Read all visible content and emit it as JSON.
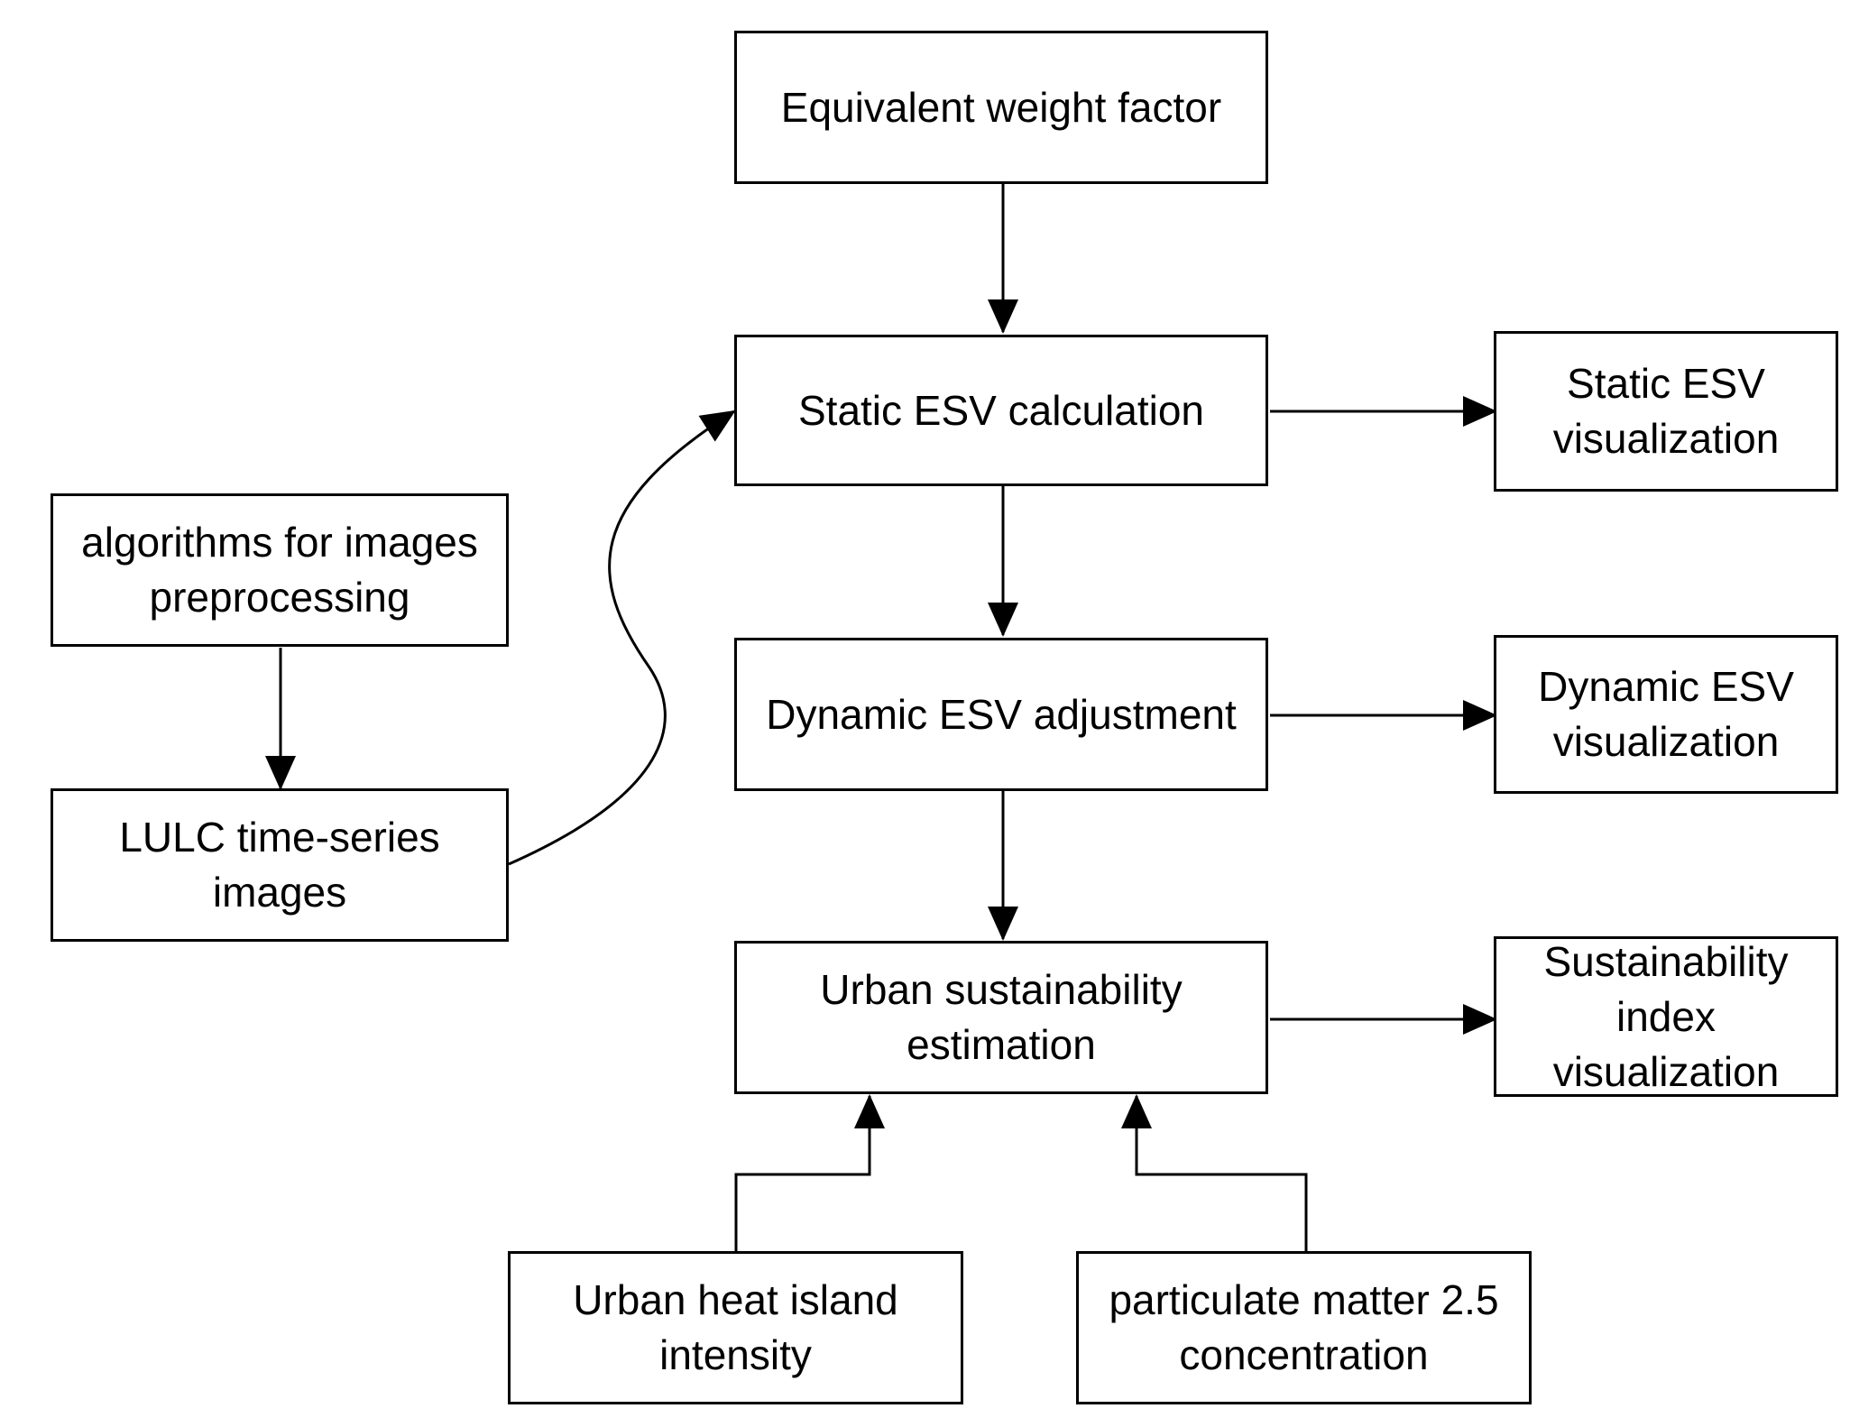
{
  "diagram": {
    "nodes": {
      "weight": {
        "label": "Equivalent weight factor"
      },
      "static_calc": {
        "label": "Static ESV calculation"
      },
      "static_vis": {
        "label": "Static ESV\nvisualization"
      },
      "algorithms": {
        "label": "algorithms for images\npreprocessing"
      },
      "dynamic_adj": {
        "label": "Dynamic ESV adjustment"
      },
      "dynamic_vis": {
        "label": "Dynamic ESV\nvisualization"
      },
      "lulc": {
        "label": "LULC time-series\nimages"
      },
      "urban_est": {
        "label": "Urban sustainability\nestimation"
      },
      "sust_vis": {
        "label": "Sustainability\nindex\nvisualization"
      },
      "heat": {
        "label": "Urban heat island\nintensity"
      },
      "pm25": {
        "label": "particulate matter 2.5\nconcentration"
      }
    },
    "edges": [
      {
        "from": "Equivalent weight factor",
        "to": "Static ESV calculation"
      },
      {
        "from": "Static ESV calculation",
        "to": "Static ESV visualization"
      },
      {
        "from": "Static ESV calculation",
        "to": "Dynamic ESV adjustment"
      },
      {
        "from": "Dynamic ESV adjustment",
        "to": "Dynamic ESV visualization"
      },
      {
        "from": "Dynamic ESV adjustment",
        "to": "Urban sustainability estimation"
      },
      {
        "from": "Urban sustainability estimation",
        "to": "Sustainability index visualization"
      },
      {
        "from": "algorithms for images preprocessing",
        "to": "LULC time-series images"
      },
      {
        "from": "LULC time-series images",
        "to": "Static ESV calculation"
      },
      {
        "from": "Urban heat island intensity",
        "to": "Urban sustainability estimation"
      },
      {
        "from": "particulate matter 2.5 concentration",
        "to": "Urban sustainability estimation"
      }
    ],
    "colors": {
      "stroke": "#000000",
      "background": "#ffffff",
      "text": "#000000"
    }
  }
}
